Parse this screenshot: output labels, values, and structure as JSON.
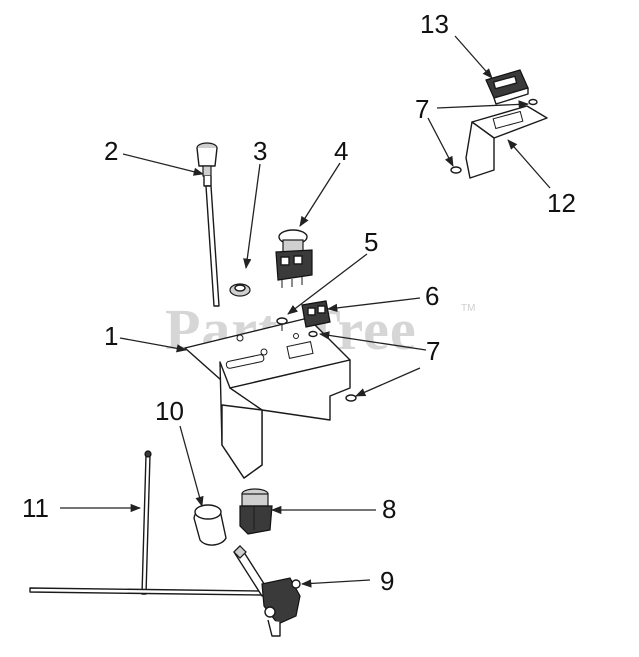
{
  "watermark": {
    "text": "PartsTree",
    "tm": "TM"
  },
  "callouts": {
    "c1": "1",
    "c2": "2",
    "c3": "3",
    "c4": "4",
    "c5": "5",
    "c6": "6",
    "c7a": "7",
    "c7b": "7",
    "c8": "8",
    "c9": "9",
    "c10": "10",
    "c11": "11",
    "c12": "12",
    "c13": "13"
  }
}
